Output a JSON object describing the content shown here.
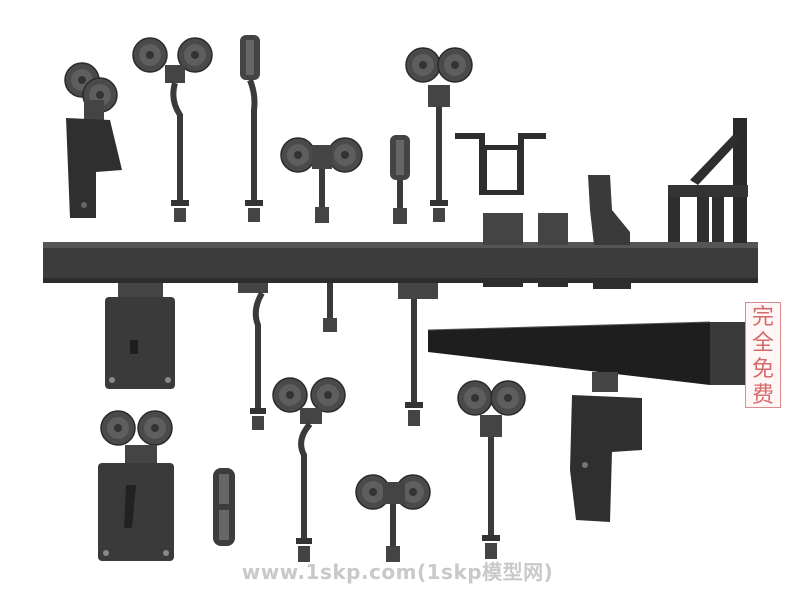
{
  "scene": {
    "subject": "sliding-door-track-hardware-set",
    "colors": {
      "background": "#ffffff",
      "metal_dark": "#3c3c3c",
      "metal_mid": "#555555",
      "metal_light": "#6e6e6e",
      "stamp": "#d46a6a",
      "watermark": "#c9c9c9"
    }
  },
  "stamp": {
    "chars": [
      "完",
      "全",
      "免",
      "费"
    ]
  },
  "watermark": {
    "text": "www.1skp.com(1skp模型网)"
  }
}
